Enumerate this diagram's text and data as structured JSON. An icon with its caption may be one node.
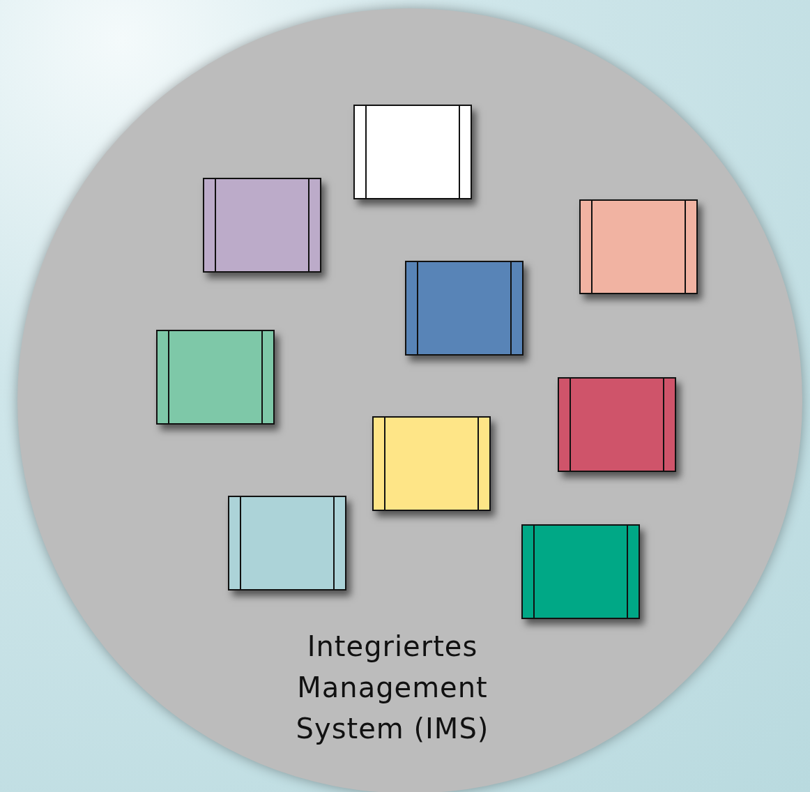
{
  "diagram": {
    "nodes": [
      {
        "text": [
          "Integriertes Management System (IMS)"
        ]
      },
      {
        "text": [],
        "shape": "box",
        "in": 0
      },
      {
        "text": [],
        "shape": "box",
        "in": 0
      },
      {
        "text": [],
        "shape": "box",
        "in": 0
      },
      {
        "text": [],
        "shape": "box",
        "in": 0
      },
      {
        "text": [],
        "shape": "box",
        "in": 0
      },
      {
        "text": [],
        "shape": "box",
        "in": 0
      },
      {
        "text": [],
        "shape": "box",
        "in": 0
      },
      {
        "text": [],
        "shape": "box",
        "in": 0
      },
      {
        "text": [],
        "shape": "box",
        "in": 0
      }
    ],
    "edges": []
  }
}
